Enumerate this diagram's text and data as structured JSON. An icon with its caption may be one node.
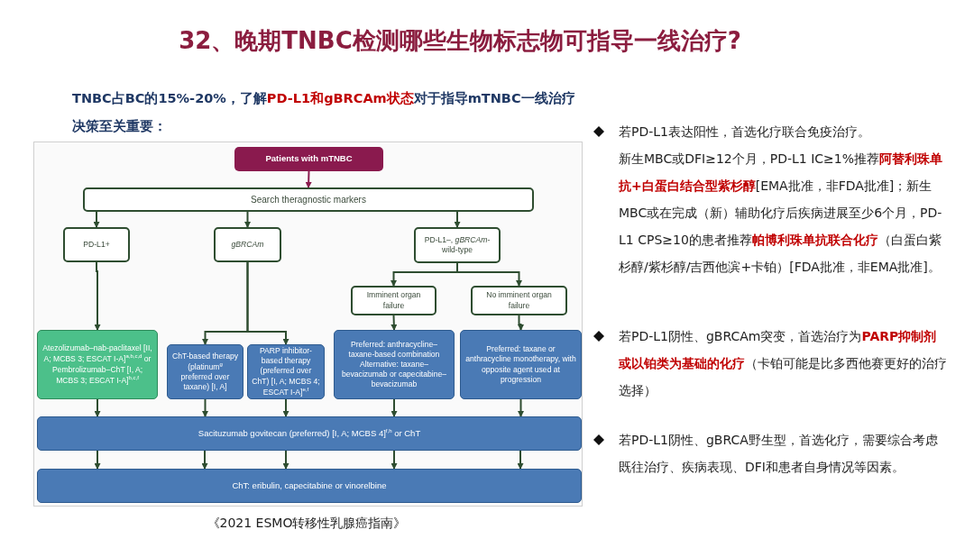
{
  "diagram": {
    "title": "32、晚期TNBC检测哪些生物标志物可指导一线治疗?",
    "caption": "《2021 ESMO转移性乳腺癌指南》",
    "nodes": [
      {
        "text": [
          "Patients with mTNBC"
        ]
      },
      {
        "text": [
          "Search theragnostic markers"
        ]
      },
      {
        "text": [
          "PD-L1+"
        ]
      },
      {
        "text": [
          "gBRCAm"
        ]
      },
      {
        "text": [
          "PD-L1–, *gBRCAm*-wild-type"
        ]
      },
      {
        "text": [
          "Imminent organ failure"
        ]
      },
      {
        "text": [
          "No imminent organ failure"
        ]
      },
      {
        "text": [
          "Atezolizumab–nab-paclitaxel [II, A; MCBS 3; ESCAT I-A]$^{a,b,c,d}$ or Pembrolizumab–ChT [I, A; MCBS 3; ESCAT I-A]$^{b,c,f}$"
        ]
      },
      {
        "text": [
          "ChT-based therapy (platinum$^{g}$ preferred over taxane) [I, A]"
        ]
      },
      {
        "text": [
          "PARP inhibitor-based therapy (preferred over ChT) [I, A; MCBS 4; ESCAT I-A]$^{e,f}$"
        ]
      },
      {
        "text": [
          "Preferred: anthracycline–taxane-based combination Alternative: taxane–bevacizumab or capecitabine–bevacizumab"
        ]
      },
      {
        "text": [
          "Preferred: taxane or anthracycline monotherapy, with opposite agent used at progression"
        ]
      },
      {
        "text": [
          "Sacituzumab govitecan (preferred) [I, A; MCBS 4]$^{f,h}$ or ChT"
        ]
      },
      {
        "text": [
          "ChT: eribulin, capecitabine or vinorelbine"
        ]
      }
    ],
    "edges": [
      {
        "from": 0,
        "to": 1,
        "arrow": "to",
        "color": "#8a1a4e"
      },
      {
        "from": 1,
        "to": 2,
        "arrow": "to"
      },
      {
        "from": 1,
        "to": 3,
        "arrow": "to"
      },
      {
        "from": 1,
        "to": 4,
        "arrow": "to"
      },
      {
        "from": 4,
        "to": 5,
        "arrow": "to"
      },
      {
        "from": 4,
        "to": 6,
        "arrow": "to"
      },
      {
        "from": 2,
        "to": 7,
        "arrow": "to"
      },
      {
        "from": 3,
        "to": 8,
        "arrow": "to"
      },
      {
        "from": 3,
        "to": 9,
        "arrow": "to"
      },
      {
        "from": 5,
        "to": 10,
        "arrow": "to"
      },
      {
        "from": 6,
        "to": 11,
        "arrow": "to"
      },
      {
        "from": 7,
        "to": 12,
        "arrow": "to"
      },
      {
        "from": 8,
        "to": 12,
        "arrow": "to"
      },
      {
        "from": 9,
        "to": 12,
        "arrow": "to"
      },
      {
        "from": 10,
        "to": 12,
        "arrow": "to"
      },
      {
        "from": 11,
        "to": 12,
        "arrow": "to"
      },
      {
        "from": 12,
        "to": 13,
        "arrow": "to"
      },
      {
        "from": 12,
        "to": 13,
        "arrow": "to"
      },
      {
        "from": 12,
        "to": 13,
        "arrow": "to"
      },
      {
        "from": 12,
        "to": 13,
        "arrow": "to"
      },
      {
        "from": 12,
        "to": 13,
        "arrow": "to"
      }
    ],
    "labels": [
      "TNBC占BC的15%-20%，了解**PD-L1和gBRCAm状态**对于指导mTNBC一线治疗决策至关重要：",
      "若PD-L1表达阳性，首选化疗联合免疫治疗。",
      "新生MBC或DFI≥12个月，PD-L1 IC≥1%推荐**阿替利珠单抗+白蛋白结合型紫杉醇**[EMA批准，非FDA批准]；新生MBC或在完成（新）辅助化疗后疾病进展至少6个月，PD-L1 CPS≥10的患者推荐**帕博利珠单抗联合化疗**（白蛋白紫杉醇/紫杉醇/吉西他滨+卡铂）[FDA批准，非EMA批准]。",
      "若PD-L1阴性、gBRCAm突变，首选治疗为**PARP抑制剂或以铂类为基础的化疗**（卡铂可能是比多西他赛更好的治疗选择）",
      "若PD-L1阴性、gBRCA野生型，首选化疗，需要综合考虑既往治疗、疾病表现、DFI和患者自身情况等因素。"
    ]
  }
}
